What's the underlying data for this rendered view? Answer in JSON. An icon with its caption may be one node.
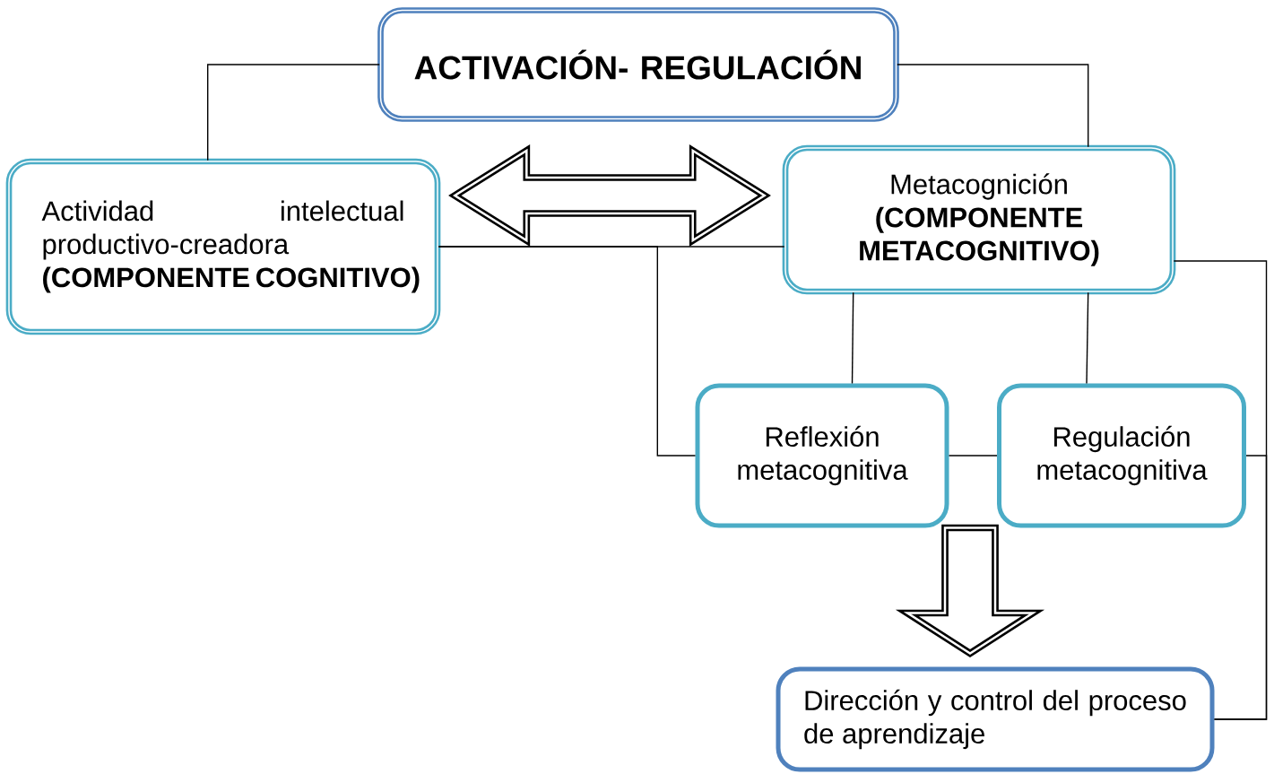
{
  "diagram": {
    "nodes": [
      {
        "text": [
          "ACTIVACIÓN- REGULACIÓN"
        ]
      },
      {
        "text": [
          "Actividad intelectual productivo-creadora",
          "(COMPONENTE COGNITIVO)"
        ]
      },
      {
        "text": [
          "Metacognición",
          "(COMPONENTE METACOGNITIVO)"
        ]
      },
      {
        "text": [
          "Reflexión metacognitiva"
        ]
      },
      {
        "text": [
          "Regulación metacognitiva"
        ]
      },
      {
        "text": [
          "Dirección y control del proceso de aprendizaje"
        ]
      }
    ],
    "edges": [
      {
        "from": 0,
        "to": 1,
        "arrow": "none"
      },
      {
        "from": 0,
        "to": 2,
        "arrow": "none"
      },
      {
        "from": 1,
        "to": 2,
        "arrow": "none"
      },
      {
        "from": 1,
        "to": 2,
        "arrow": "both",
        "style": "thick"
      },
      {
        "from": 1,
        "to": 3,
        "arrow": "none"
      },
      {
        "from": 2,
        "to": 3,
        "arrow": "none"
      },
      {
        "from": 2,
        "to": 4,
        "arrow": "none"
      },
      {
        "from": 3,
        "to": 4,
        "arrow": "none"
      },
      {
        "from": 2,
        "to": 5,
        "arrow": "none"
      },
      {
        "from": 4,
        "to": 5,
        "arrow": "none"
      },
      {
        "from": 3,
        "to": 5,
        "arrow": "to",
        "style": "thick"
      }
    ]
  }
}
